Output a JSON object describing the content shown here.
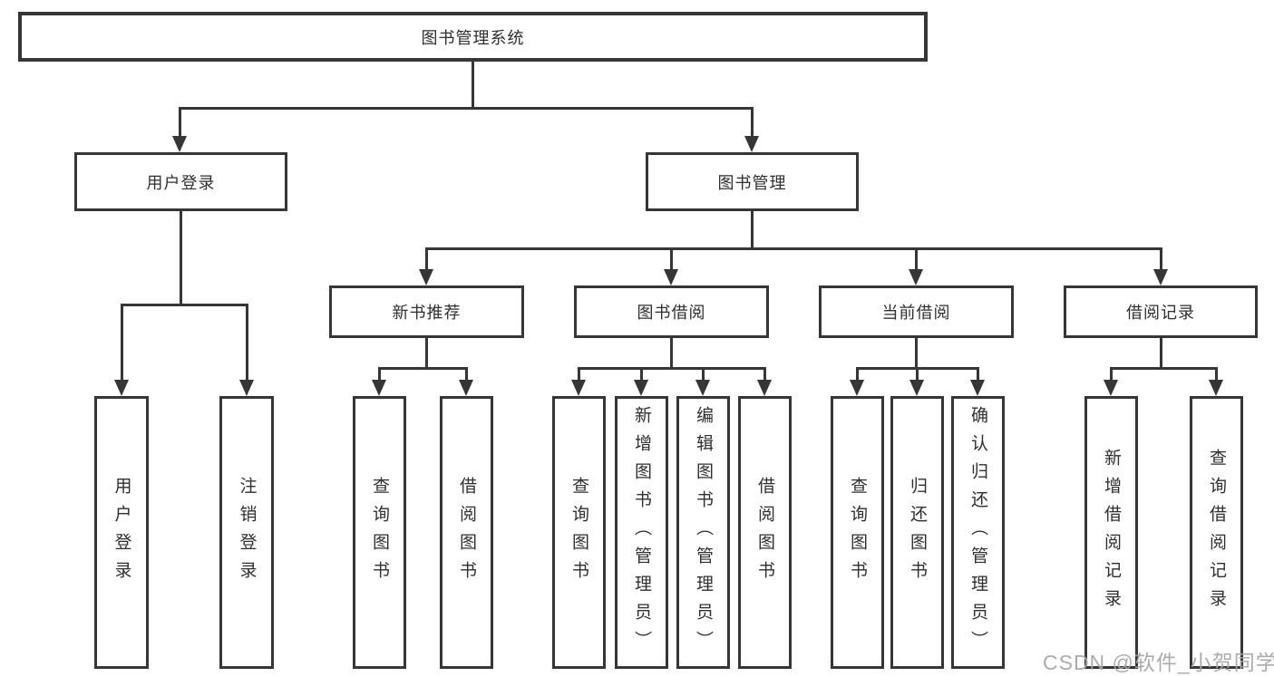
{
  "tree": {
    "root": {
      "label": "图书管理系统"
    },
    "user_login": {
      "label": "用户登录",
      "children": [
        {
          "label": "用户登录"
        },
        {
          "label": "注销登录"
        }
      ]
    },
    "book_mgmt": {
      "label": "图书管理",
      "children": [
        {
          "label": "新书推荐",
          "children": [
            {
              "label": "查询图书"
            },
            {
              "label": "借阅图书"
            }
          ]
        },
        {
          "label": "图书借阅",
          "children": [
            {
              "label": "查询图书"
            },
            {
              "label": "新增图书（管理员）"
            },
            {
              "label": "编辑图书（管理员）"
            },
            {
              "label": "借阅图书"
            }
          ]
        },
        {
          "label": "当前借阅",
          "children": [
            {
              "label": "查询图书"
            },
            {
              "label": "归还图书"
            },
            {
              "label": "确认归还（管理员）"
            }
          ]
        },
        {
          "label": "借阅记录",
          "children": [
            {
              "label": "新增借阅记录"
            },
            {
              "label": "查询借阅记录"
            }
          ]
        }
      ]
    }
  },
  "watermark": "CSDN @软件_小贺同学",
  "colors": {
    "line": "#363636",
    "text": "#2f2f2f",
    "background": "#ffffff",
    "watermark": "#a8a8a8"
  }
}
